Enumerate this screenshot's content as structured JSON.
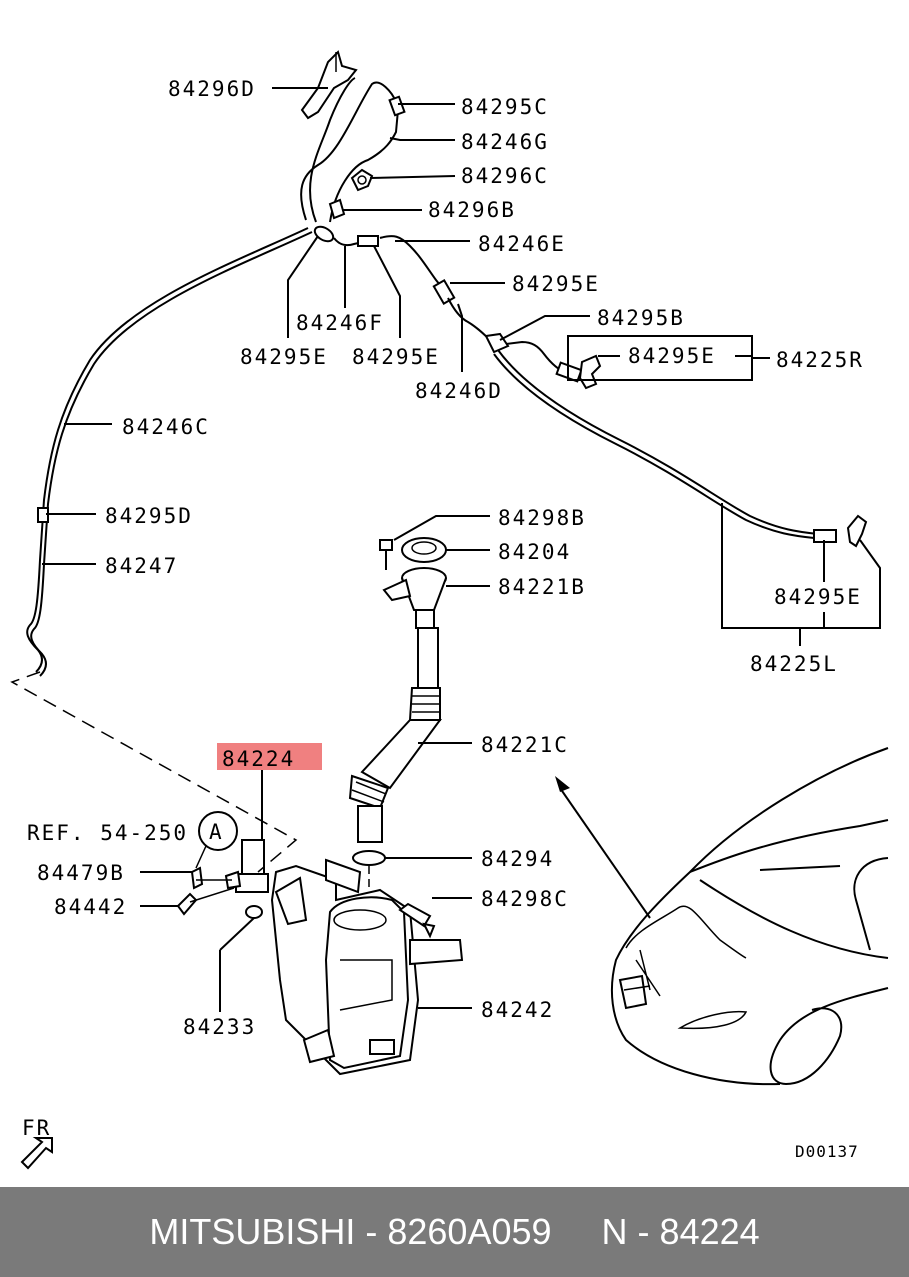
{
  "labels": {
    "p84296D": "84296D",
    "p84295C": "84295C",
    "p84246G": "84246G",
    "p84296C": "84296C",
    "p84296B": "84296B",
    "p84246E": "84246E",
    "p84295E_a": "84295E",
    "p84295B": "84295B",
    "p84295E_b": "84295E",
    "p84225R": "84225R",
    "p84246F": "84246F",
    "p84295E_c": "84295E",
    "p84295E_d": "84295E",
    "p84246D": "84246D",
    "p84246C": "84246C",
    "p84295D": "84295D",
    "p84247": "84247",
    "p84298B": "84298B",
    "p84204": "84204",
    "p84221B": "84221B",
    "p84295E_e": "84295E",
    "p84225L": "84225L",
    "p84224": "84224",
    "p84221C": "84221C",
    "ref": "REF. 54-250",
    "circleA": "A",
    "p84479B": "84479B",
    "p84442": "84442",
    "p84294": "84294",
    "p84298C": "84298C",
    "p84233": "84233",
    "p84242": "84242",
    "fr": "FR",
    "diagramCode": "D00137"
  },
  "highlightColor": "#f08080",
  "footer": {
    "brand": "MITSUBISHI",
    "sep1": " - ",
    "partNumber": "8260A059",
    "gap": "     ",
    "noPrefix": "N",
    "sep2": " - ",
    "refNumber": "84224"
  }
}
